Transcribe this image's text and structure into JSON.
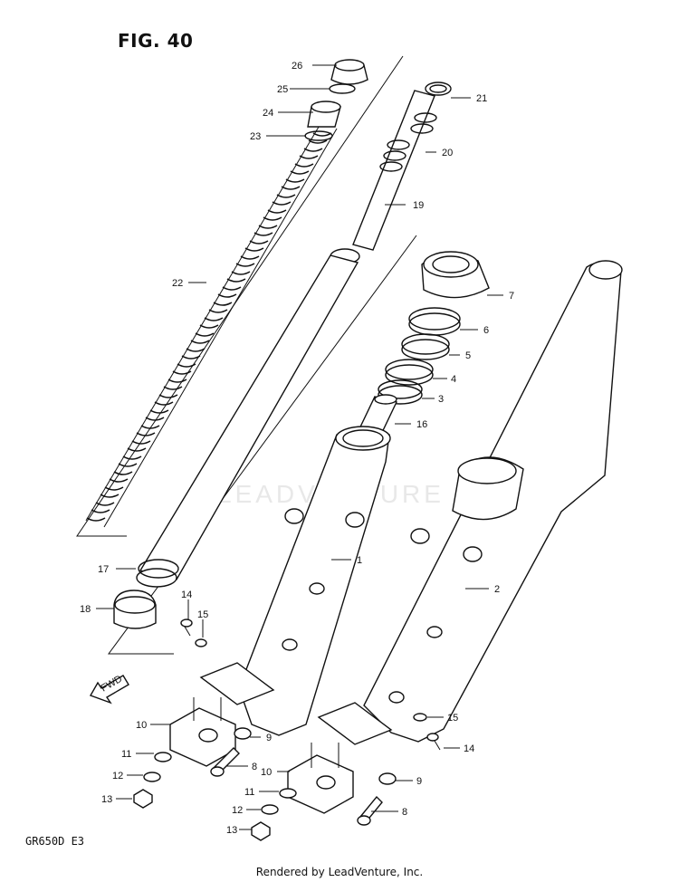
{
  "figure_title": "FIG. 40",
  "model_code": "GR650D E3",
  "credit": "Rendered by LeadVenture, Inc.",
  "watermark": "LEADVENTURE",
  "fwd_label": "FWD",
  "callouts": [
    "1",
    "2",
    "3",
    "4",
    "5",
    "6",
    "7",
    "8",
    "8",
    "9",
    "9",
    "10",
    "10",
    "11",
    "11",
    "12",
    "12",
    "13",
    "13",
    "14",
    "14",
    "15",
    "15",
    "16",
    "17",
    "18",
    "19",
    "20",
    "21",
    "22",
    "23",
    "24",
    "25",
    "26"
  ]
}
